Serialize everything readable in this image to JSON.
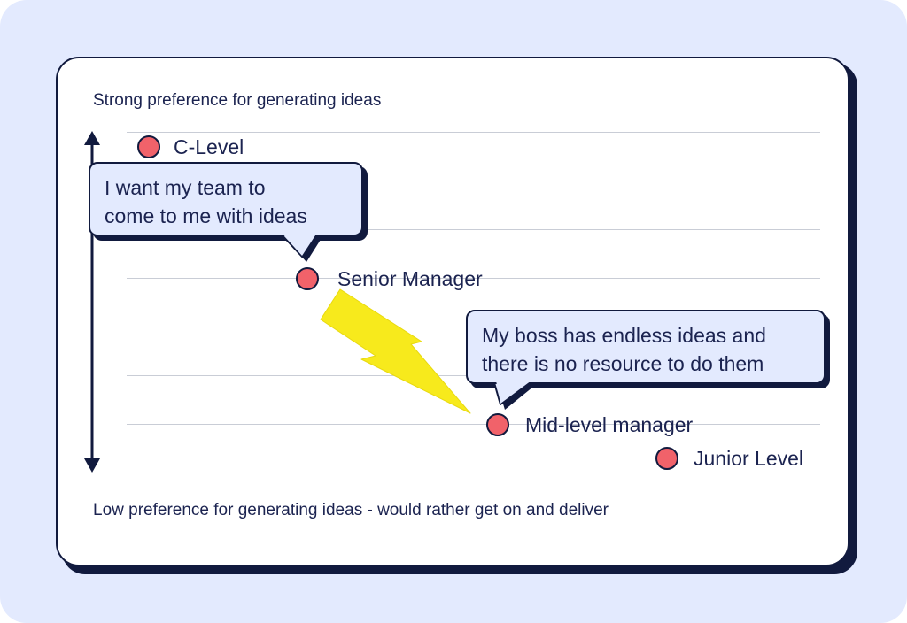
{
  "axis": {
    "top_label": "Strong preference for generating ideas",
    "bottom_label": "Low preference for generating ideas - would rather get on and deliver"
  },
  "levels": [
    {
      "label": "C-Level"
    },
    {
      "label": "Senior Manager"
    },
    {
      "label": "Mid-level manager"
    },
    {
      "label": "Junior Level"
    }
  ],
  "quotes": [
    {
      "lines": [
        "I want my team to",
        "come to me with ideas"
      ]
    },
    {
      "lines": [
        "My boss has endless ideas and",
        "there is no resource to do them"
      ]
    }
  ],
  "colors": {
    "background": "#e3eafe",
    "ink": "#111a3e",
    "dot": "#f1626a",
    "bubble": "#e3eafe",
    "lightning": "#f7ea1c",
    "gridline": "#c9cdd6"
  }
}
